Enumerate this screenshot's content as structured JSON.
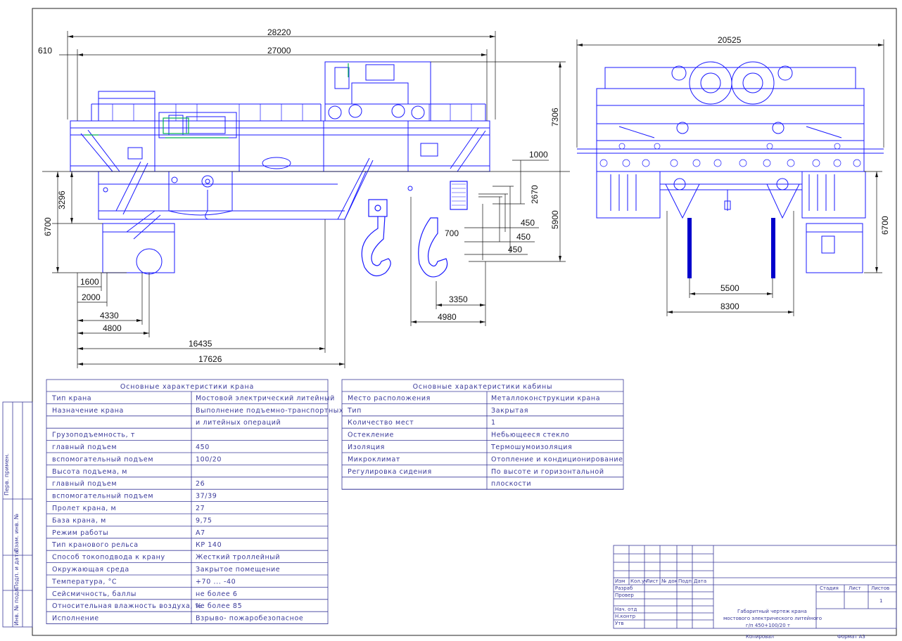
{
  "colors": {
    "drawing": "#1a1aff",
    "dimension": "#111111",
    "table": "#3a3a9a",
    "accent_green": "#00b050",
    "rope_blue": "#0000cc"
  },
  "dimensions": {
    "overall_length": "28220",
    "span": "27000",
    "left_offset": "610",
    "height_upper": "7306",
    "v_1000": "1000",
    "v_2670": "2670",
    "v_5900": "5900",
    "v_3296": "3296",
    "v_6700_left": "6700",
    "h_450a": "450",
    "h_450b": "450",
    "h_450c": "450",
    "h_700": "700",
    "h_1600": "1600",
    "h_2000": "2000",
    "h_4330": "4330",
    "h_4800": "4800",
    "h_16435": "16435",
    "h_17626": "17626",
    "h_3350": "3350",
    "h_4980": "4980",
    "side_width": "20525",
    "side_6700": "6700",
    "side_5500": "5500",
    "side_8300": "8300"
  },
  "table_crane": {
    "title": "Основные характеристики крана",
    "rows": [
      [
        "Тип крана",
        "Мостовой электрический литейный"
      ],
      [
        "Назначение крана",
        "Выполнение подъемно-транспортных"
      ],
      [
        "",
        "и литейных операций"
      ],
      [
        "Грузоподъемность, т",
        ""
      ],
      [
        "    главный подъем",
        "450"
      ],
      [
        "    вспомогательный подъем",
        "100/20"
      ],
      [
        "Высота подъема, м",
        ""
      ],
      [
        "    главный подъем",
        "26"
      ],
      [
        "    вспомогательный подъем",
        "37/39"
      ],
      [
        "Пролет крана, м",
        "27"
      ],
      [
        "База крана, м",
        "9,75"
      ],
      [
        "Режим работы",
        "A7"
      ],
      [
        "Тип кранового рельса",
        "КР 140"
      ],
      [
        "Способ токоподвода к крану",
        "Жесткий троллейный"
      ],
      [
        "Окружающая среда",
        "Закрытое помещение"
      ],
      [
        "Температура, °С",
        "+70 ... -40"
      ],
      [
        "Сейсмичность, баллы",
        "не более 6"
      ],
      [
        "Относительная влажность воздуха, %",
        "не более 85"
      ],
      [
        "Исполнение",
        "Взрыво- пожаробезопасное"
      ]
    ]
  },
  "table_cabin": {
    "title": "Основные характеристики кабины",
    "rows": [
      [
        "Место расположения",
        "Металлоконструкции крана"
      ],
      [
        "Тип",
        "Закрытая"
      ],
      [
        "Количество мест",
        "1"
      ],
      [
        "Остекление",
        "Небьющееся стекло"
      ],
      [
        "Изоляция",
        "Термошумоизоляция"
      ],
      [
        "Микроклимат",
        "Отопление и кондиционирование"
      ],
      [
        "Регулировка сидения",
        "По высоте и горизонтальной"
      ],
      [
        "",
        "плоскости"
      ]
    ]
  },
  "stamp": {
    "header_cells": [
      "Изм",
      "Кол.уч",
      "Лист",
      "№ док",
      "Подп",
      "Дата"
    ],
    "roles": [
      "Разраб",
      "Провер",
      "",
      "Нач. отд",
      "Н.контр",
      "Утв"
    ],
    "title_lines": [
      "Габаритный чертеж крана",
      "мостового электрического литейного",
      "г/п 450+100/20 т"
    ],
    "col_stage": "Стадия",
    "col_sheet": "Лист",
    "col_sheets": "Листов",
    "sheets_value": "1",
    "copied": "Копировал",
    "format": "Формат  А3"
  },
  "side_labels": {
    "ref_use": "Перв. примен.",
    "inv_sub": "Инв. № подл.",
    "sign_date": "Подп. и дата",
    "inv_repl": "Взам. инв. №"
  }
}
